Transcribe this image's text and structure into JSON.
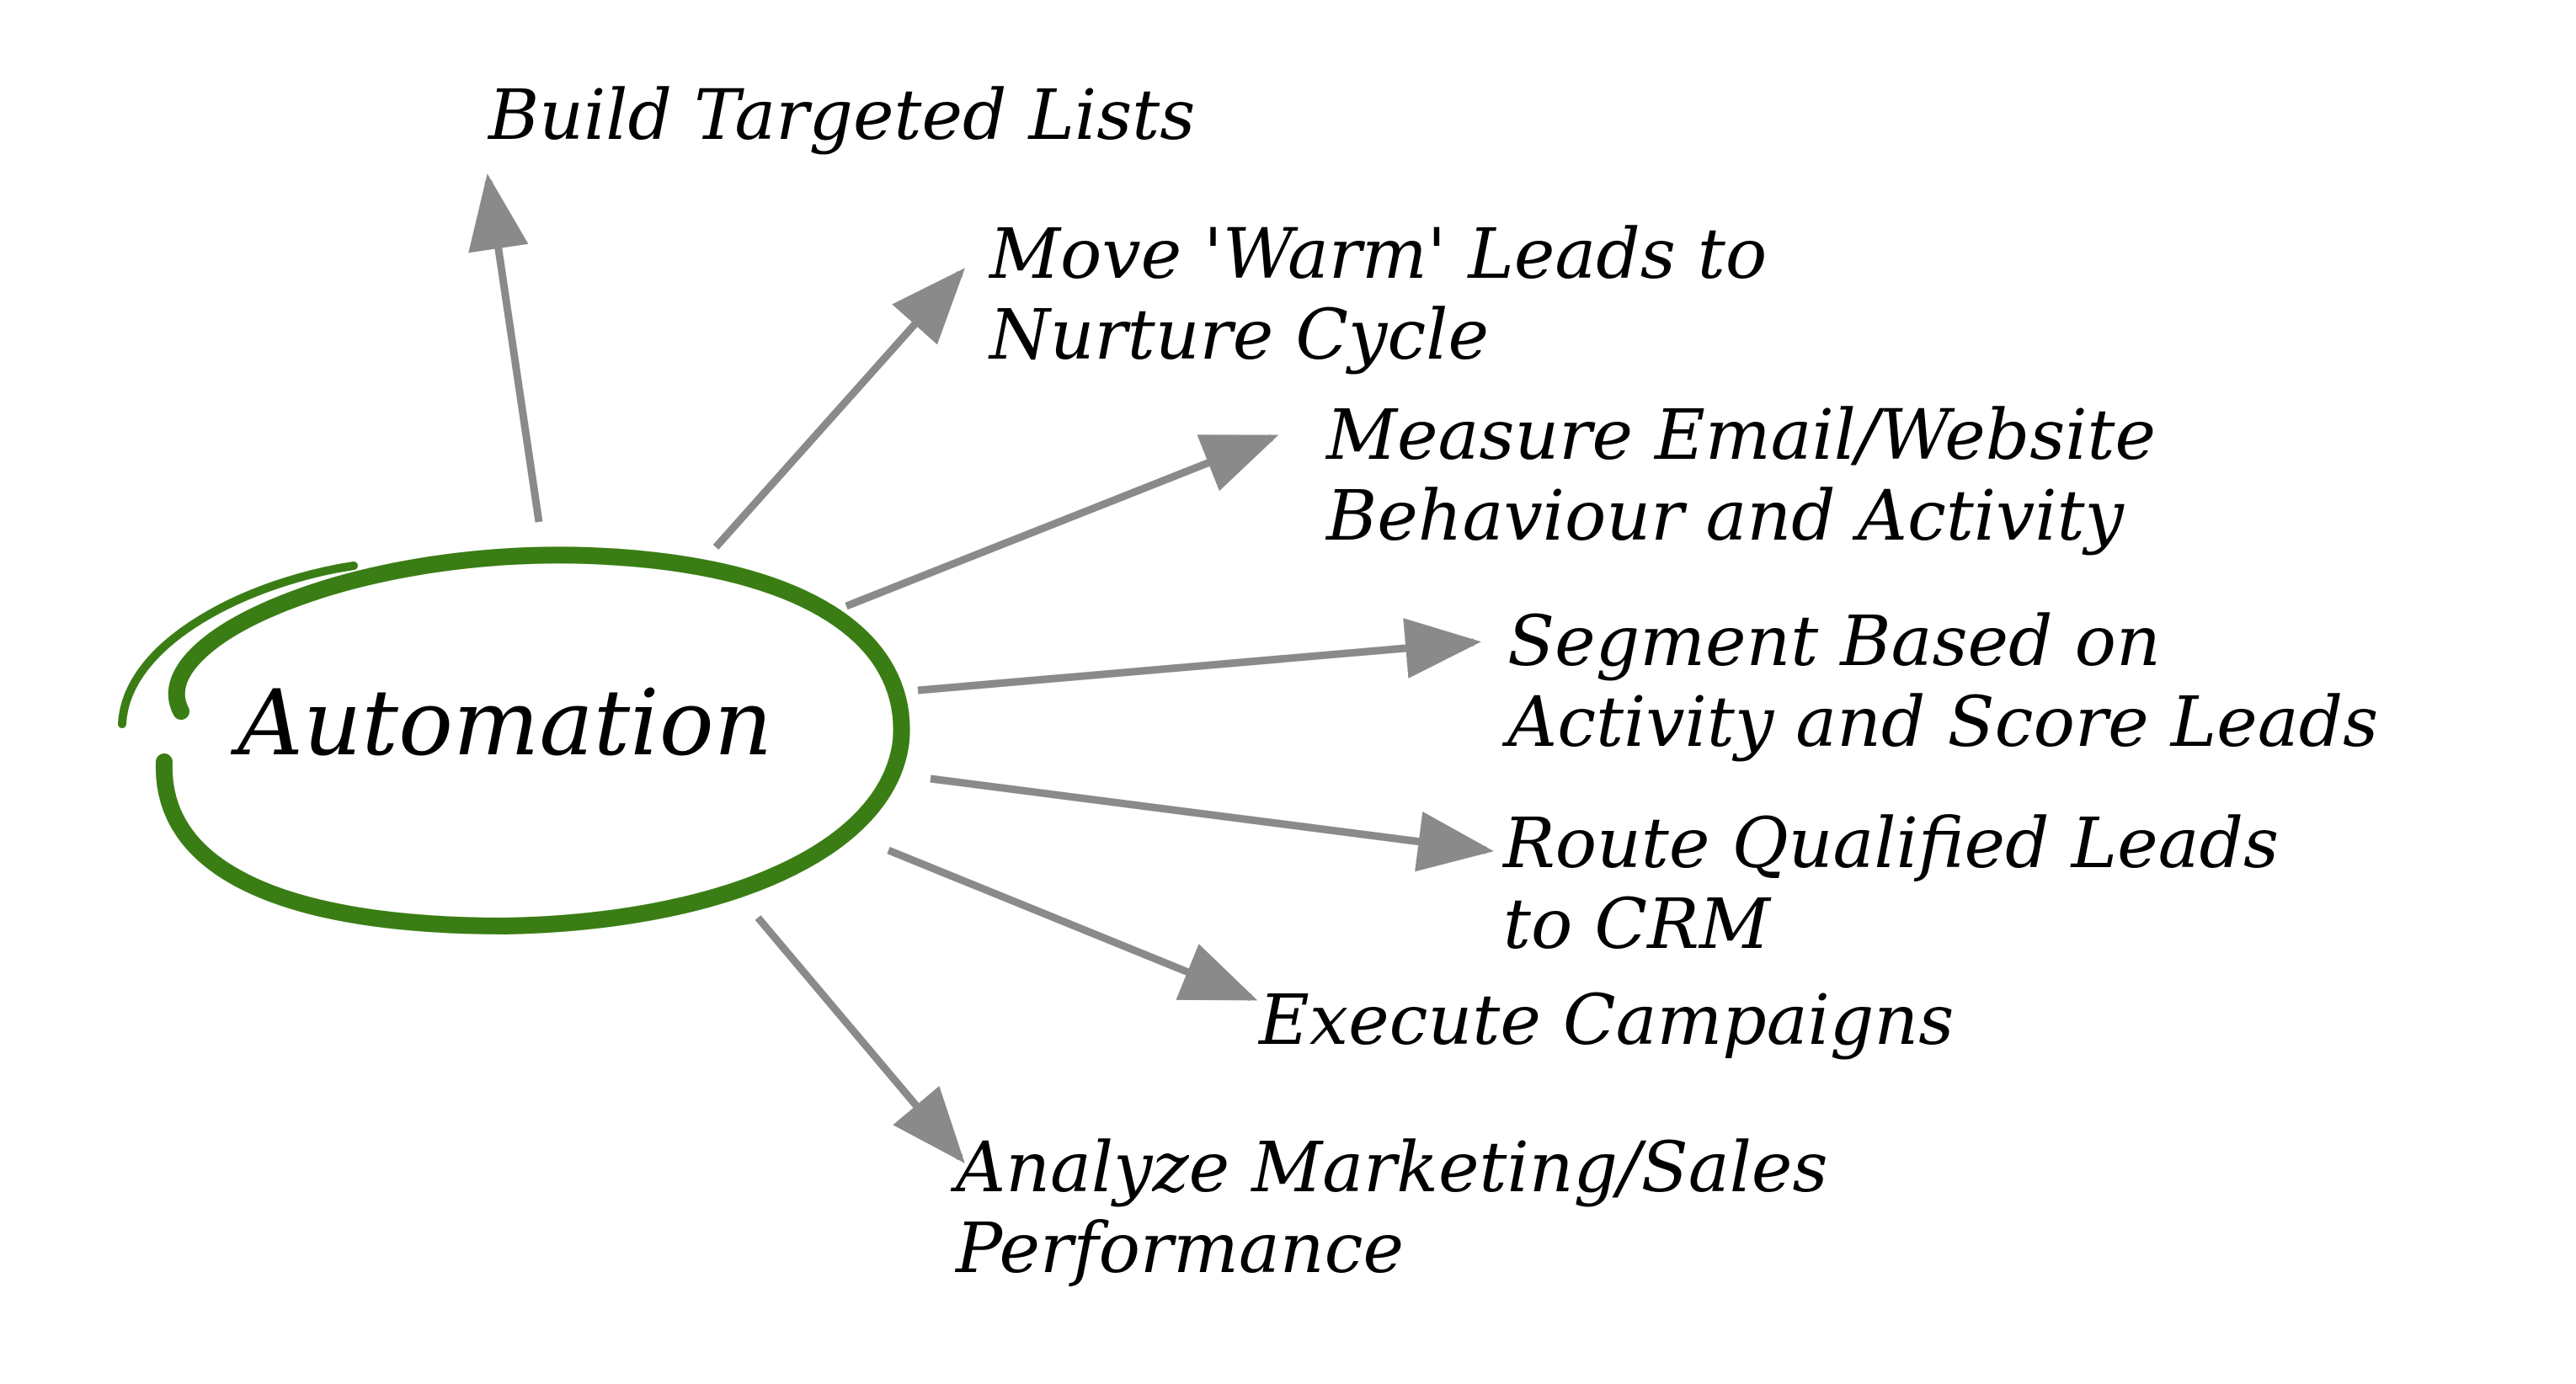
{
  "center": {
    "label": "Automation",
    "ring_color": "#3a7d14"
  },
  "arrow_color": "#8a8a8a",
  "items": [
    {
      "lines": [
        "Build Targeted Lists"
      ]
    },
    {
      "lines": [
        "Move 'Warm' Leads to",
        "Nurture Cycle"
      ]
    },
    {
      "lines": [
        "Measure Email/Website",
        "Behaviour and Activity"
      ]
    },
    {
      "lines": [
        "Segment Based on",
        "Activity and Score Leads"
      ]
    },
    {
      "lines": [
        "Route Qualified Leads",
        "to CRM"
      ]
    },
    {
      "lines": [
        "Execute Campaigns"
      ]
    },
    {
      "lines": [
        "Analyze Marketing/Sales",
        "Performance"
      ]
    }
  ]
}
